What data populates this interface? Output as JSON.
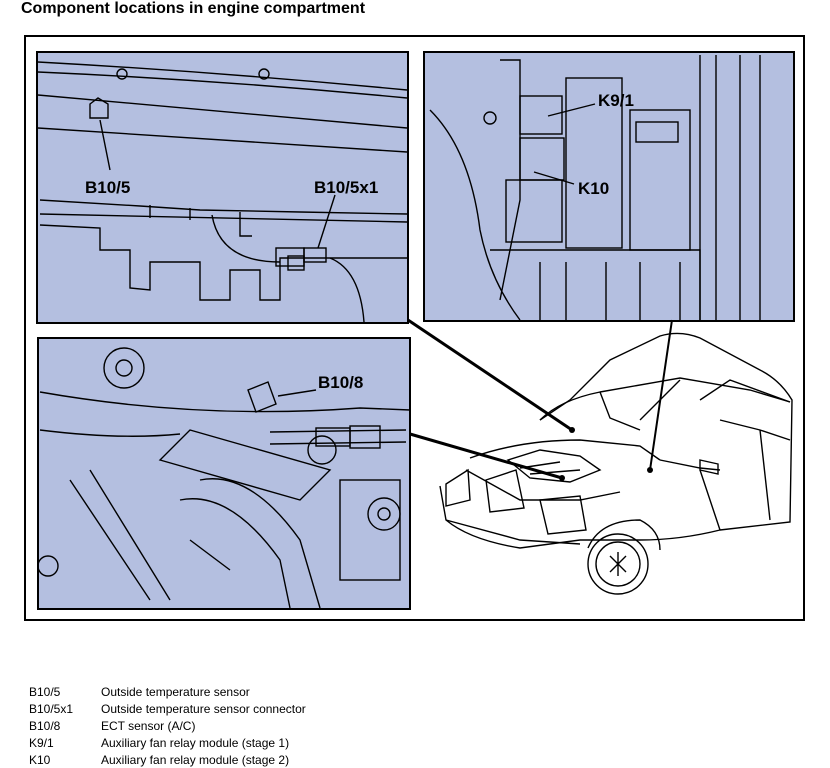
{
  "title": "Component locations in engine compartment",
  "colors": {
    "panel_fill": "#b4bfe0",
    "line": "#000000"
  },
  "callouts": {
    "b10_5": "B10/5",
    "b10_5x1": "B10/5x1",
    "k9_1": "K9/1",
    "k10": "K10",
    "b10_8": "B10/8"
  },
  "legend": [
    {
      "code": "B10/5",
      "desc": "Outside temperature sensor"
    },
    {
      "code": "B10/5x1",
      "desc": "Outside temperature sensor connector"
    },
    {
      "code": "B10/8",
      "desc": "ECT sensor (A/C)"
    },
    {
      "code": "K9/1",
      "desc": "Auxiliary fan relay module (stage 1)"
    },
    {
      "code": "K10",
      "desc": "Auxiliary fan relay module (stage 2)"
    }
  ]
}
